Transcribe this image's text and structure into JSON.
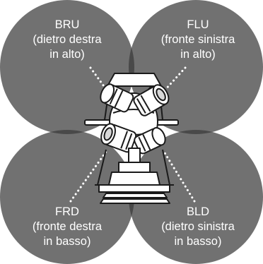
{
  "colors": {
    "background": "#ffffff",
    "lobe": "#3a3a3a",
    "label_text": "#ffffff",
    "mic_body": "#ffffff",
    "mic_outline": "#1a1a1a"
  },
  "capsules": [
    {
      "id": "bru",
      "line1": "BRU",
      "line2": "(dietro destra",
      "line3": "in alto)"
    },
    {
      "id": "flu",
      "line1": "FLU",
      "line2": "(fronte sinistra",
      "line3": "in alto)"
    },
    {
      "id": "frd",
      "line1": "FRD",
      "line2": "(fronte destra",
      "line3": "in basso)"
    },
    {
      "id": "bld",
      "line1": "BLD",
      "line2": "(dietro sinistra",
      "line3": "in basso)"
    }
  ],
  "icons": {
    "microphone": "ambisonic-microphone-icon"
  }
}
